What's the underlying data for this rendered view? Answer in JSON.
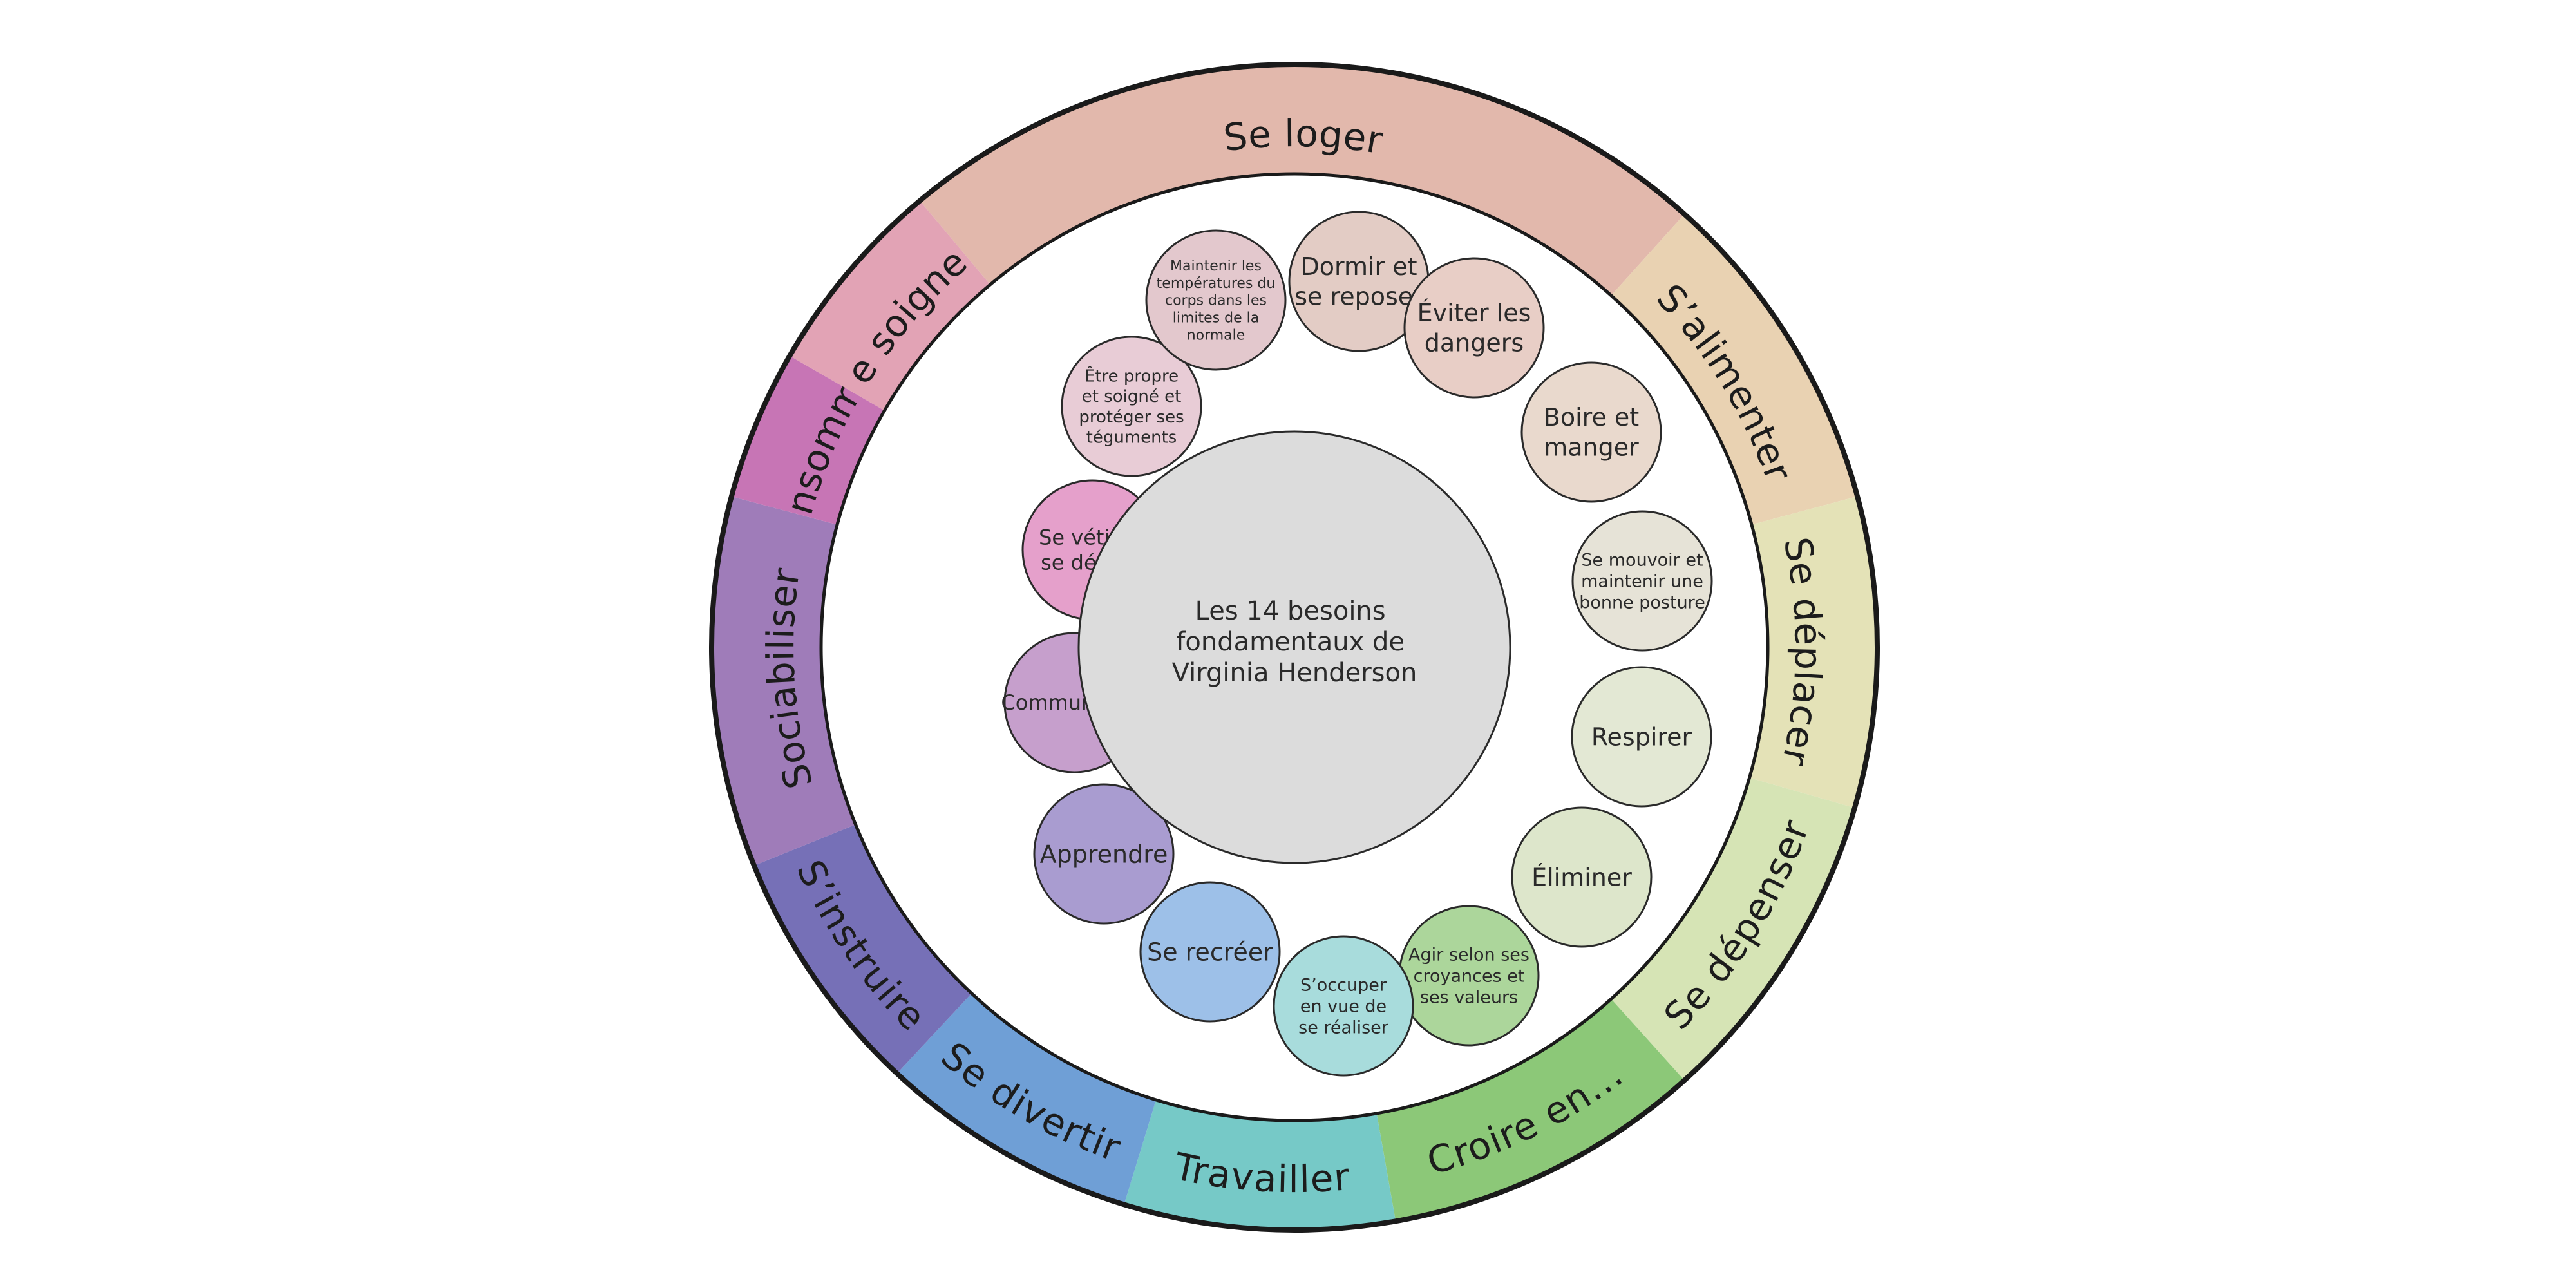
{
  "diagram": {
    "center_label": [
      "Les 14 besoins",
      "fondamentaux de",
      "Virginia Henderson"
    ],
    "segments": [
      {
        "label": "Se loger",
        "color": "#e2b8ac"
      },
      {
        "label": "S’alimenter",
        "color": "#e9d2b2"
      },
      {
        "label": "Se déplacer",
        "color": "#e4e2b7"
      },
      {
        "label": "Se dépenser",
        "color": "#d6e4b5"
      },
      {
        "label": "Croire en...",
        "color": "#8cc878"
      },
      {
        "label": "Travailler",
        "color": "#76c9c7"
      },
      {
        "label": "Se divertir",
        "color": "#6f9fd6"
      },
      {
        "label": "S’instruire",
        "color": "#7670b7"
      },
      {
        "label": "Sociabiliser",
        "color": "#9f7cb9"
      },
      {
        "label": "Consommer",
        "color": "#c775b5"
      },
      {
        "label": "Se soigner",
        "color": "#e2a3b5"
      }
    ],
    "needs": [
      {
        "lines": [
          "Dormir et",
          "se reposer"
        ],
        "color": "#e3ccc5"
      },
      {
        "lines": [
          "Éviter les",
          "dangers"
        ],
        "color": "#e8cec6"
      },
      {
        "lines": [
          "Boire et",
          "manger"
        ],
        "color": "#e9d9cd"
      },
      {
        "lines": [
          "Se mouvoir et",
          "maintenir une",
          "bonne posture"
        ],
        "color": "#e6e3d7"
      },
      {
        "lines": [
          "Respirer"
        ],
        "color": "#e3e8d4"
      },
      {
        "lines": [
          "Éliminer"
        ],
        "color": "#dde6cb"
      },
      {
        "lines": [
          "Agir selon ses",
          "croyances et",
          "ses valeurs"
        ],
        "color": "#acd69b"
      },
      {
        "lines": [
          "S’occuper",
          "en vue de",
          "se réaliser"
        ],
        "color": "#a8dcdc"
      },
      {
        "lines": [
          "Se recréer"
        ],
        "color": "#9dc0e8"
      },
      {
        "lines": [
          "Apprendre"
        ],
        "color": "#a99cd0"
      },
      {
        "lines": [
          "Communiquer"
        ],
        "color": "#c69fcc"
      },
      {
        "lines": [
          "Se vétir et",
          "se dévétir"
        ],
        "color": "#e5a0cb"
      },
      {
        "lines": [
          "Être propre",
          "et soigné et",
          "protéger ses",
          "téguments"
        ],
        "color": "#e8ccd6"
      },
      {
        "lines": [
          "Maintenir les",
          "températures du",
          "corps dans les",
          "limites de la",
          "normale"
        ],
        "color": "#e3c8cd"
      }
    ]
  }
}
